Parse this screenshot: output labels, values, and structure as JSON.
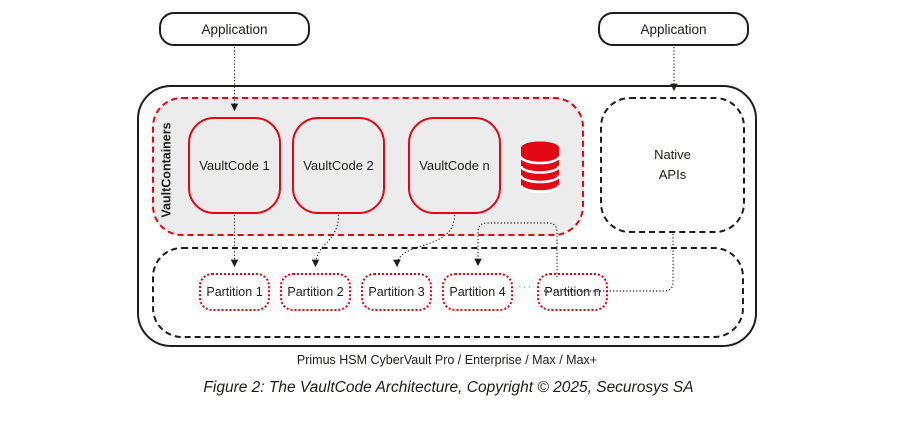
{
  "diagram": {
    "applications": [
      {
        "label": "Application"
      },
      {
        "label": "Application"
      }
    ],
    "vault_containers": {
      "label": "VaultContainers",
      "items": [
        {
          "label": "VaultCode 1"
        },
        {
          "label": "VaultCode 2"
        },
        {
          "label": "VaultCode n"
        }
      ],
      "icon": "database-cylinder-icon"
    },
    "native_apis": {
      "label": "Native\nAPIs"
    },
    "partitions": [
      "Partition 1",
      "Partition 2",
      "Partition 3",
      "Partition 4",
      "Partition n"
    ],
    "partitions_ellipsis": "···",
    "hsm_label": "Primus HSM CyberVault Pro / Enterprise / Max / Max+",
    "figure_caption": "Figure 2: The VaultCode Architecture, Copyright © 2025, Securosys SA",
    "colors": {
      "accent_red": "#e30613",
      "line_black": "#1d1d1b",
      "container_fill": "#ececec"
    }
  }
}
